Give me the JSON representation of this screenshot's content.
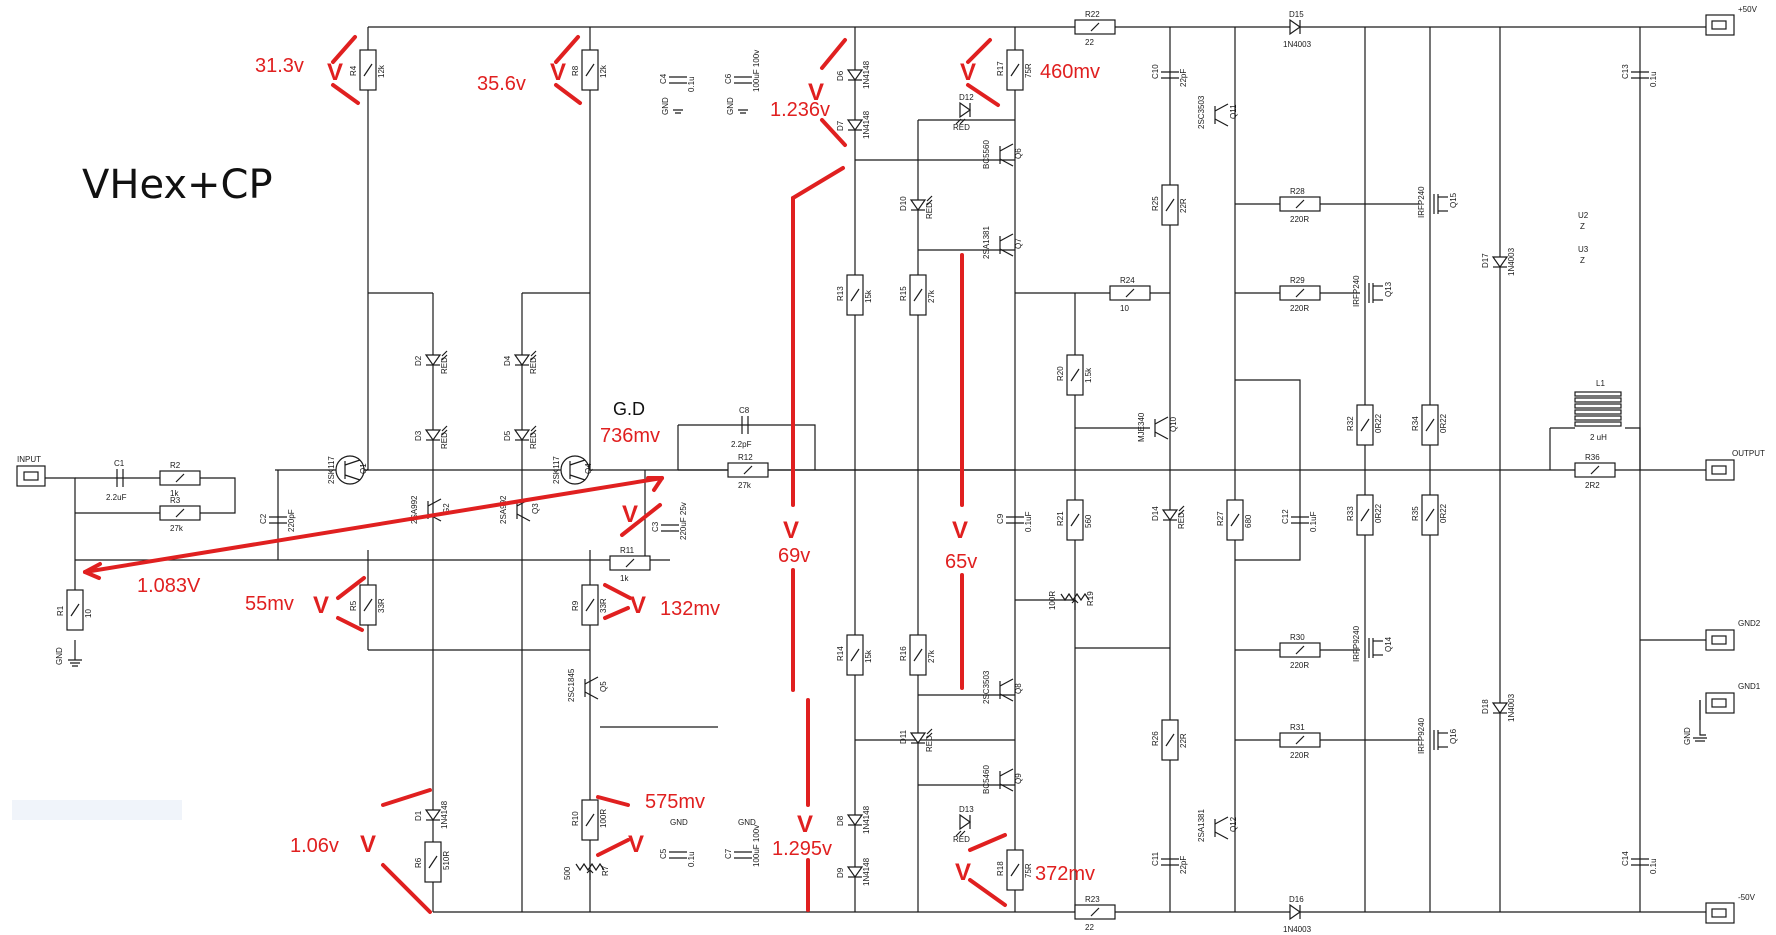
{
  "title": "VHex+CP",
  "gd_label": "G.D",
  "measurements": {
    "r4_top": "31.3v",
    "r8_top": "35.6v",
    "d6d7": "1.236v",
    "r17": "460mv",
    "gd_value": "736mv",
    "input_r1": "1.083V",
    "r5": "55mv",
    "r9": "132mv",
    "mid_left": "69v",
    "mid_right": "65v",
    "r10": "575mv",
    "d1_r6": "1.06v",
    "d8d9": "1.295v",
    "r18": "372mv",
    "v_mark": "V"
  },
  "connectors": {
    "input": "INPUT",
    "output": "OUTPUT",
    "plus50": "+50V",
    "minus50": "-50V",
    "gnd1": "GND1",
    "gnd2": "GND2"
  },
  "components": {
    "R1": {
      "ref": "R1",
      "val": "10"
    },
    "R2": {
      "ref": "R2",
      "val": "1k"
    },
    "R3": {
      "ref": "R3",
      "val": "27k"
    },
    "R4": {
      "ref": "R4",
      "val": "12k"
    },
    "R5": {
      "ref": "R5",
      "val": "33R"
    },
    "R6": {
      "ref": "R6",
      "val": "510R"
    },
    "R7": {
      "ref": "R7",
      "val": "500"
    },
    "R8": {
      "ref": "R8",
      "val": "12k"
    },
    "R9": {
      "ref": "R9",
      "val": "33R"
    },
    "R10": {
      "ref": "R10",
      "val": "100R"
    },
    "R11": {
      "ref": "R11",
      "val": "1k"
    },
    "R12": {
      "ref": "R12",
      "val": "27k"
    },
    "R13": {
      "ref": "R13",
      "val": "15k"
    },
    "R14": {
      "ref": "R14",
      "val": "15k"
    },
    "R15": {
      "ref": "R15",
      "val": "27k"
    },
    "R16": {
      "ref": "R16",
      "val": "27k"
    },
    "R17": {
      "ref": "R17",
      "val": "75R"
    },
    "R18": {
      "ref": "R18",
      "val": "75R"
    },
    "R19": {
      "ref": "R19",
      "val": "100R"
    },
    "R20": {
      "ref": "R20",
      "val": "1.5k"
    },
    "R21": {
      "ref": "R21",
      "val": "560"
    },
    "R22": {
      "ref": "R22",
      "val": "22"
    },
    "R23": {
      "ref": "R23",
      "val": "22"
    },
    "R24": {
      "ref": "R24",
      "val": "10"
    },
    "R25": {
      "ref": "R25",
      "val": "22R"
    },
    "R26": {
      "ref": "R26",
      "val": "22R"
    },
    "R27": {
      "ref": "R27",
      "val": "680"
    },
    "R28": {
      "ref": "R28",
      "val": "220R"
    },
    "R29": {
      "ref": "R29",
      "val": "220R"
    },
    "R30": {
      "ref": "R30",
      "val": "220R"
    },
    "R31": {
      "ref": "R31",
      "val": "220R"
    },
    "R32": {
      "ref": "R32",
      "val": "0R22"
    },
    "R33": {
      "ref": "R33",
      "val": "0R22"
    },
    "R34": {
      "ref": "R34",
      "val": "0R22"
    },
    "R35": {
      "ref": "R35",
      "val": "0R22"
    },
    "R36": {
      "ref": "R36",
      "val": "2R2"
    },
    "C1": {
      "ref": "C1",
      "val": "2.2uF"
    },
    "C2": {
      "ref": "C2",
      "val": "220pF"
    },
    "C3": {
      "ref": "C3",
      "val": "220uF 25v"
    },
    "C4": {
      "ref": "C4",
      "val": "0.1u"
    },
    "C5": {
      "ref": "C5",
      "val": "0.1u"
    },
    "C6": {
      "ref": "C6",
      "val": "100uF 100v"
    },
    "C7": {
      "ref": "C7",
      "val": "100uF 100v"
    },
    "C8": {
      "ref": "C8",
      "val": "2.2pF"
    },
    "C9": {
      "ref": "C9",
      "val": "0.1uF"
    },
    "C10": {
      "ref": "C10",
      "val": "22pF"
    },
    "C11": {
      "ref": "C11",
      "val": "22pF"
    },
    "C12": {
      "ref": "C12",
      "val": "0.1uF"
    },
    "C13": {
      "ref": "C13",
      "val": "0.1u"
    },
    "C14": {
      "ref": "C14",
      "val": "0.1u"
    },
    "L1": {
      "ref": "L1",
      "val": "2 uH"
    },
    "D1": {
      "ref": "D1",
      "val": "1N4148"
    },
    "D2": {
      "ref": "D2",
      "val": "RED"
    },
    "D3": {
      "ref": "D3",
      "val": "RED"
    },
    "D4": {
      "ref": "D4",
      "val": "RED"
    },
    "D5": {
      "ref": "D5",
      "val": "RED"
    },
    "D6": {
      "ref": "D6",
      "val": "1N4148"
    },
    "D7": {
      "ref": "D7",
      "val": "1N4148"
    },
    "D8": {
      "ref": "D8",
      "val": "1N4148"
    },
    "D9": {
      "ref": "D9",
      "val": "1N4148"
    },
    "D10": {
      "ref": "D10",
      "val": "RED"
    },
    "D11": {
      "ref": "D11",
      "val": "RED"
    },
    "D12": {
      "ref": "D12",
      "val": "RED"
    },
    "D13": {
      "ref": "D13",
      "val": "RED"
    },
    "D14": {
      "ref": "D14",
      "val": "RED"
    },
    "D15": {
      "ref": "D15",
      "val": "1N4003"
    },
    "D16": {
      "ref": "D16",
      "val": "1N4003"
    },
    "D17": {
      "ref": "D17",
      "val": "1N4003"
    },
    "D18": {
      "ref": "D18",
      "val": "1N4003"
    },
    "Q1": {
      "ref": "Q1",
      "val": "2SK117"
    },
    "Q2": {
      "ref": "G2",
      "val": "2SA992"
    },
    "Q3": {
      "ref": "Q3",
      "val": "2SA992"
    },
    "Q4": {
      "ref": "Q4",
      "val": "2SK117"
    },
    "Q5": {
      "ref": "Q5",
      "val": "2SC1845"
    },
    "Q6": {
      "ref": "Q6",
      "val": "BC5560"
    },
    "Q7": {
      "ref": "Q7",
      "val": "2SA1381"
    },
    "Q8": {
      "ref": "Q8",
      "val": "2SC3503"
    },
    "Q9": {
      "ref": "Q9",
      "val": "BC5460"
    },
    "Q10": {
      "ref": "Q10",
      "val": "MJE340"
    },
    "Q11": {
      "ref": "Q11",
      "val": "2SC3503"
    },
    "Q12": {
      "ref": "Q12",
      "val": "2SA1381"
    },
    "Q13": {
      "ref": "Q13",
      "val": "IRFP240"
    },
    "Q14": {
      "ref": "Q14",
      "val": "IRFP9240"
    },
    "Q15": {
      "ref": "Q15",
      "val": "IRFP240"
    },
    "Q16": {
      "ref": "Q16",
      "val": "IRFP9240"
    },
    "U2": {
      "ref": "U2",
      "val": "Z"
    },
    "U3": {
      "ref": "U3",
      "val": "Z"
    }
  },
  "gnd_label": "GND",
  "colors": {
    "annotation": "#e02020",
    "wire": "#1a1a1a"
  }
}
